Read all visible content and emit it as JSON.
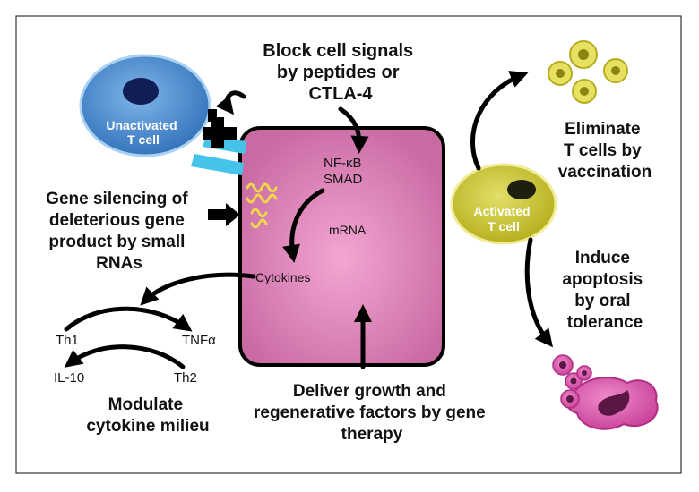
{
  "title_block": [
    "Block cell signals",
    "by peptides or",
    "CTLA-4"
  ],
  "cells": {
    "unactivated": [
      "Unactivated",
      "T cell"
    ],
    "activated": [
      "Activated",
      "T cell"
    ]
  },
  "cell_box": {
    "nfkb": "NF-κB",
    "smad": "SMAD",
    "mrna": "mRNA",
    "cytokines": "Cytokines"
  },
  "gene_silencing": [
    "Gene silencing of",
    "deleterious gene",
    "product by small",
    "RNAs"
  ],
  "cytokine_milieu": {
    "th1": "Th1",
    "tnf": "TNFα",
    "il10": "IL-10",
    "th2": "Th2",
    "caption": [
      "Modulate",
      "cytokine milieu"
    ]
  },
  "deliver": [
    "Deliver growth and",
    "regenerative factors by gene",
    "therapy"
  ],
  "eliminate": [
    "Eliminate",
    "T cells by",
    "vaccination"
  ],
  "apoptosis": [
    "Induce",
    "apoptosis",
    "by oral",
    "tolerance"
  ],
  "colors": {
    "cell_box_fill": "#d77bb0",
    "unactivated_cell": "#3f86cf",
    "activated_cell": "#c9c42a",
    "receptor": "#45c3ea",
    "vaccine_particle": "#e8e060",
    "apoptotic_cell": "#d24ea6"
  }
}
